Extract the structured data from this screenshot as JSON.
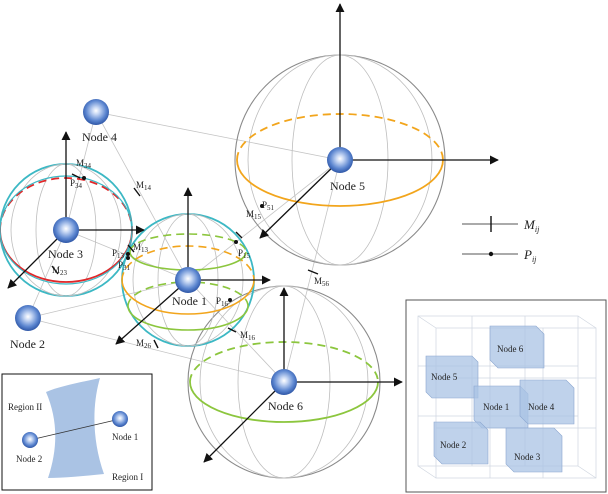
{
  "nodes": [
    {
      "label": "Node 1"
    },
    {
      "label": "Node 2"
    },
    {
      "label": "Node 3"
    },
    {
      "label": "Node 4"
    },
    {
      "label": "Node 5"
    },
    {
      "label": "Node 6"
    }
  ],
  "m_labels": [
    {
      "base": "M",
      "sub": "34"
    },
    {
      "base": "M",
      "sub": "14"
    },
    {
      "base": "M",
      "sub": "13"
    },
    {
      "base": "M",
      "sub": "15"
    },
    {
      "base": "M",
      "sub": "23"
    },
    {
      "base": "M",
      "sub": "26"
    },
    {
      "base": "M",
      "sub": "16"
    },
    {
      "base": "M",
      "sub": "56"
    }
  ],
  "p_labels": [
    {
      "base": "P",
      "sub": "34"
    },
    {
      "base": "P",
      "sub": "13"
    },
    {
      "base": "P",
      "sub": "31"
    },
    {
      "base": "P",
      "sub": "15"
    },
    {
      "base": "P",
      "sub": "16"
    },
    {
      "base": "P",
      "sub": "51"
    }
  ],
  "legend": {
    "m": {
      "base": "M",
      "sub": "ij"
    },
    "p": {
      "base": "P",
      "sub": "ij"
    }
  },
  "inset_regions": {
    "region_ii": "Region II",
    "region_i": "Region I",
    "node_1": "Node 1",
    "node_2": "Node 2"
  },
  "cube_nodes": [
    "Node 5",
    "Node 6",
    "Node 1",
    "Node 4",
    "Node 2",
    "Node 3"
  ],
  "colors": {
    "cyan": "#3cb8c4",
    "red": "#e0282a",
    "orange": "#f2a51c",
    "green": "#8cc63e",
    "gray": "#8a8a8a",
    "node_blue": "#4a78c8",
    "region_blue": "#aac3e4"
  }
}
